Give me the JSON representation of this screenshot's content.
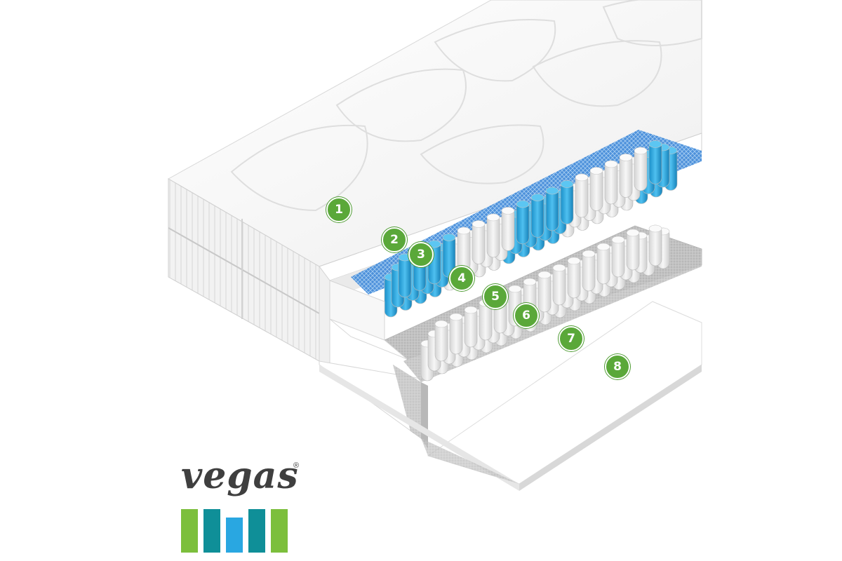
{
  "brand": {
    "name": "vegas",
    "trademark": "®",
    "bar_colors": [
      "#7cbf3c",
      "#0f8f98",
      "#29a7e1",
      "#0f8f98",
      "#7cbf3c"
    ]
  },
  "layer_markers": [
    "1",
    "2",
    "3",
    "4",
    "5",
    "6",
    "7",
    "8"
  ],
  "colors": {
    "marker": "#5aa839",
    "spring_blue": "#2aa6df",
    "spring_white": "#e6e6e6",
    "felt_gray": "#bdbdbd",
    "fabric": "#f4f4f4"
  },
  "icons": [
    "mattress-cutaway-illustration",
    "vegas-logo-bars"
  ]
}
